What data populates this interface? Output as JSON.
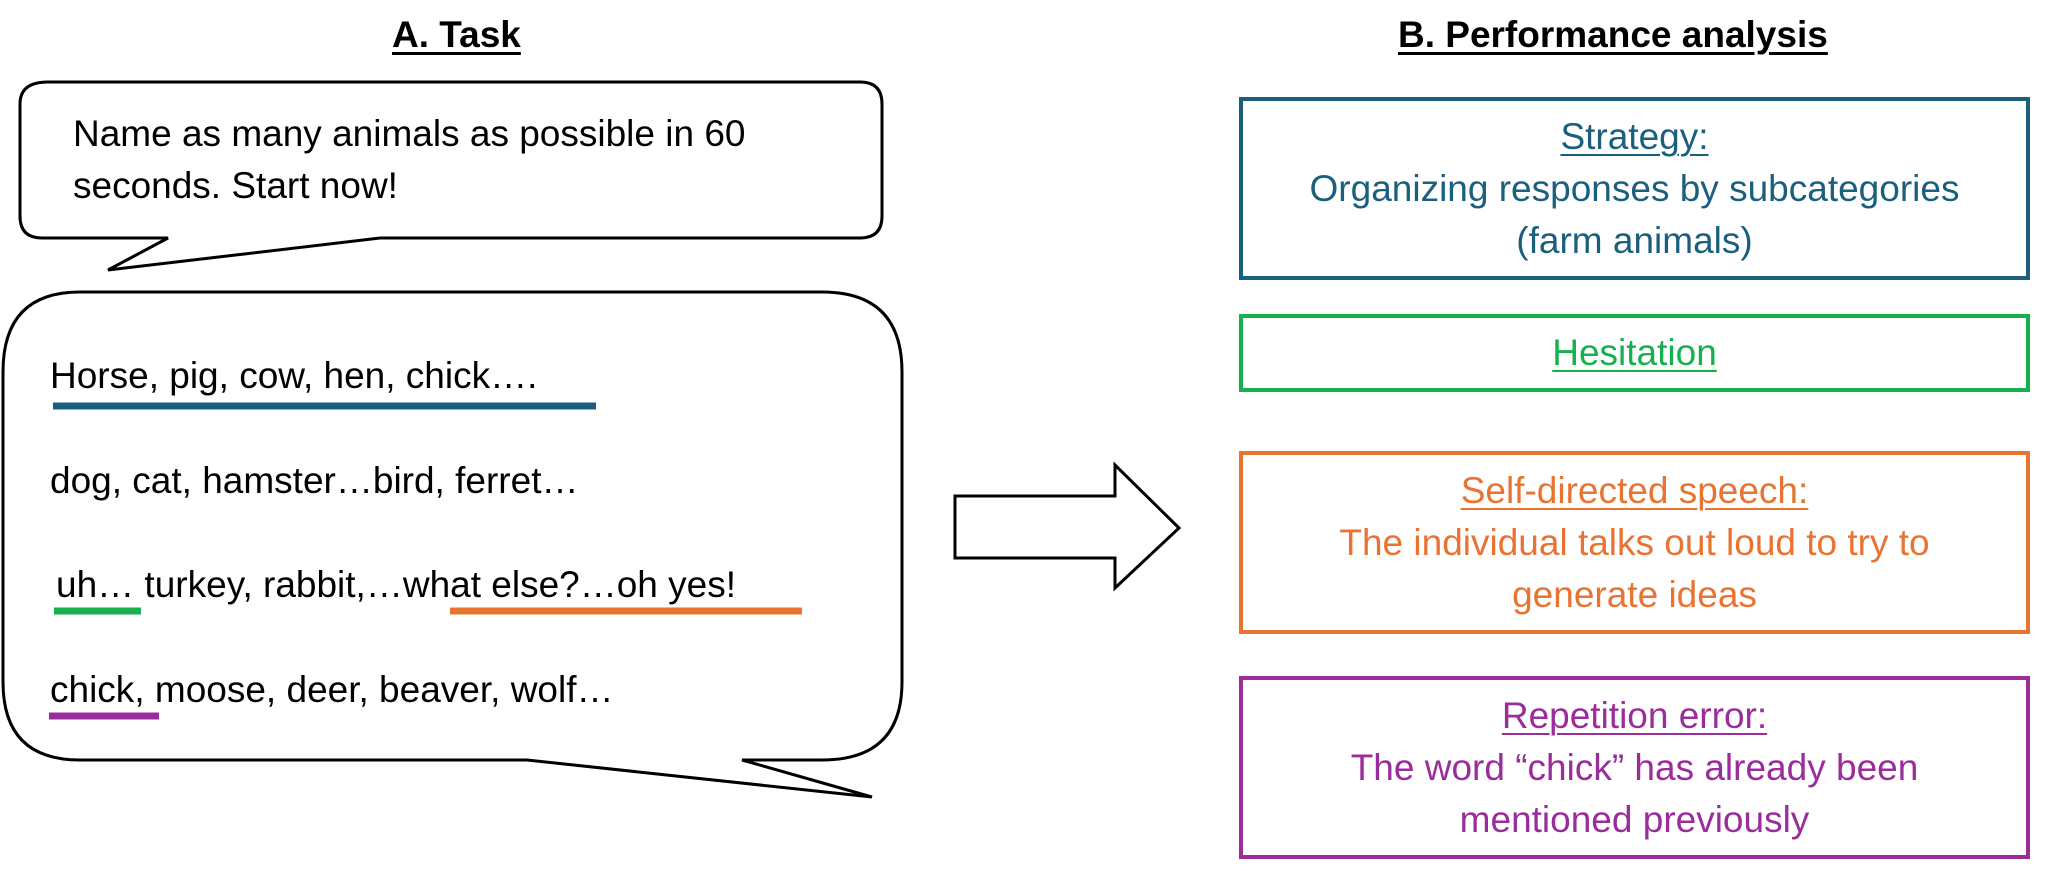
{
  "panel_a": {
    "heading": "A. Task",
    "prompt": {
      "line1": "Name as many animals as possible in 60",
      "line2": "seconds. Start now!"
    },
    "response": {
      "line1": "Horse, pig, cow, hen, chick….",
      "line2": "dog, cat, hamster…bird, ferret…",
      "line3_part1": "uh…",
      "line3_part2": " turkey, rabbit,…",
      "line3_part3": "what else?…oh yes!",
      "line4_part1": "chick",
      "line4_part2": ", moose, deer, beaver, wolf…"
    }
  },
  "panel_b": {
    "heading": "B. Performance analysis",
    "boxes": [
      {
        "title": "Strategy:",
        "line1": "Organizing responses by subcategories",
        "line2": "(farm animals)",
        "color": "#1b5f7e"
      },
      {
        "title": "Hesitation",
        "color": "#16b04e"
      },
      {
        "title": "Self-directed speech:",
        "line1": "The individual talks out loud to try to",
        "line2": "generate ideas",
        "color": "#e97432"
      },
      {
        "title": "Repetition error:",
        "line1": "The word “chick” has already been",
        "line2": "mentioned previously",
        "color": "#9b2c9b"
      }
    ]
  }
}
